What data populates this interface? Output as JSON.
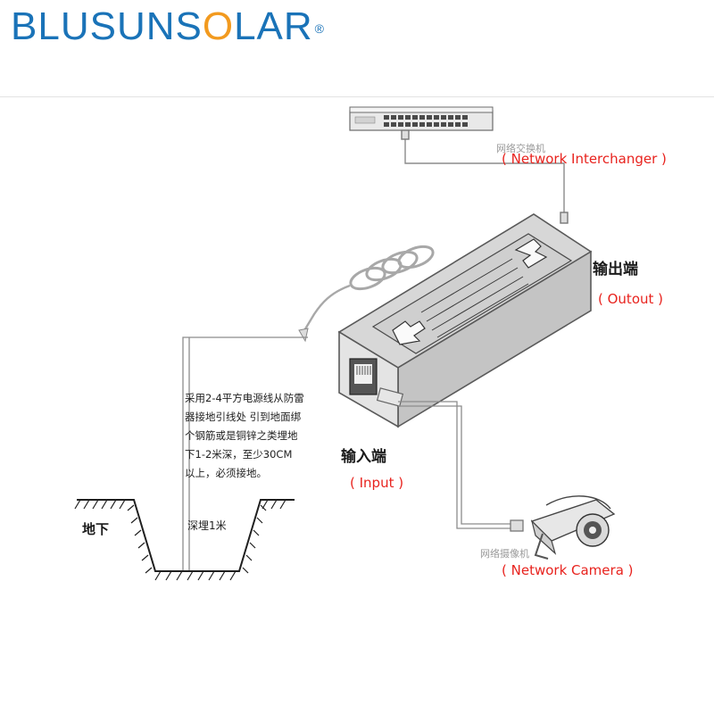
{
  "brand": {
    "name_part1": "BLUSUNS",
    "name_o": "O",
    "name_part2": "LAR",
    "registered": "®",
    "color": "#1a73b8"
  },
  "labels": {
    "switch_cn": "网络交换机",
    "switch_en": "( Network Interchanger )",
    "output_cn": "输出端",
    "output_en": "( Outout )",
    "input_cn": "输入端",
    "input_en": "( Input )",
    "camera_cn": "网络摄像机",
    "camera_en": "( Network Camera )",
    "underground_cn": "地下",
    "buried_cn": "深埋1米"
  },
  "instruction_note": [
    "采用2-4平方电源线从防雷",
    "器接地引线处 引到地面绑",
    "个钢筋或是铜锌之类埋地",
    "下1-2米深，至少30CM",
    "以上，必须接地。"
  ],
  "colors": {
    "label_red": "#e8231e",
    "line_gray": "#8c8c8c",
    "text_dark": "#1a1a1a"
  },
  "icons": [
    "network-switch-icon",
    "surge-protector-device-icon",
    "rj45-port-icon",
    "camera-icon",
    "ground-pit-icon",
    "arrow-icon"
  ]
}
